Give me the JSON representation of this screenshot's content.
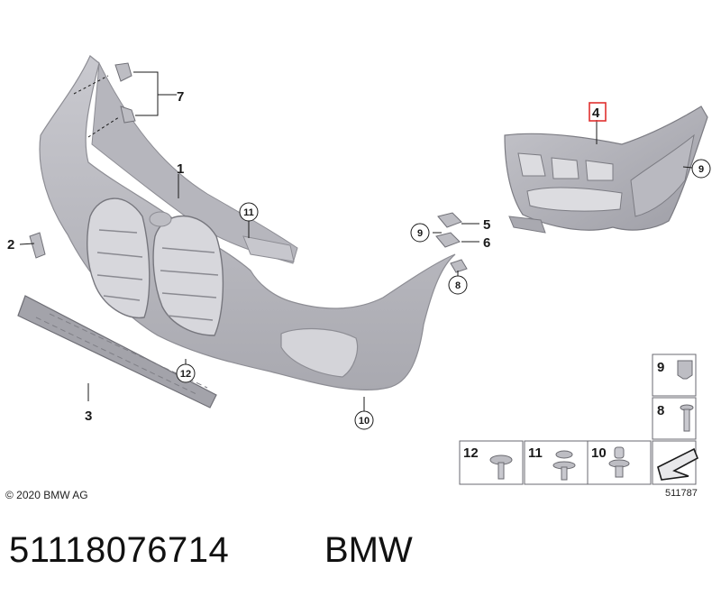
{
  "copyright": "© 2020 BMW AG",
  "image_number": "511787",
  "part_number": "51118076714",
  "brand": "BMW",
  "highlight_color": "#e0302f",
  "callouts": {
    "c1": "1",
    "c2": "2",
    "c3": "3",
    "c4": "4",
    "c5": "5",
    "c6": "6",
    "c7": "7",
    "c8": "8",
    "c9a": "9",
    "c9b": "9",
    "c10": "10",
    "c11": "11",
    "c12": "12"
  },
  "legend": {
    "k9": "9",
    "k8": "8",
    "k12": "12",
    "k11": "11",
    "k10": "10"
  }
}
